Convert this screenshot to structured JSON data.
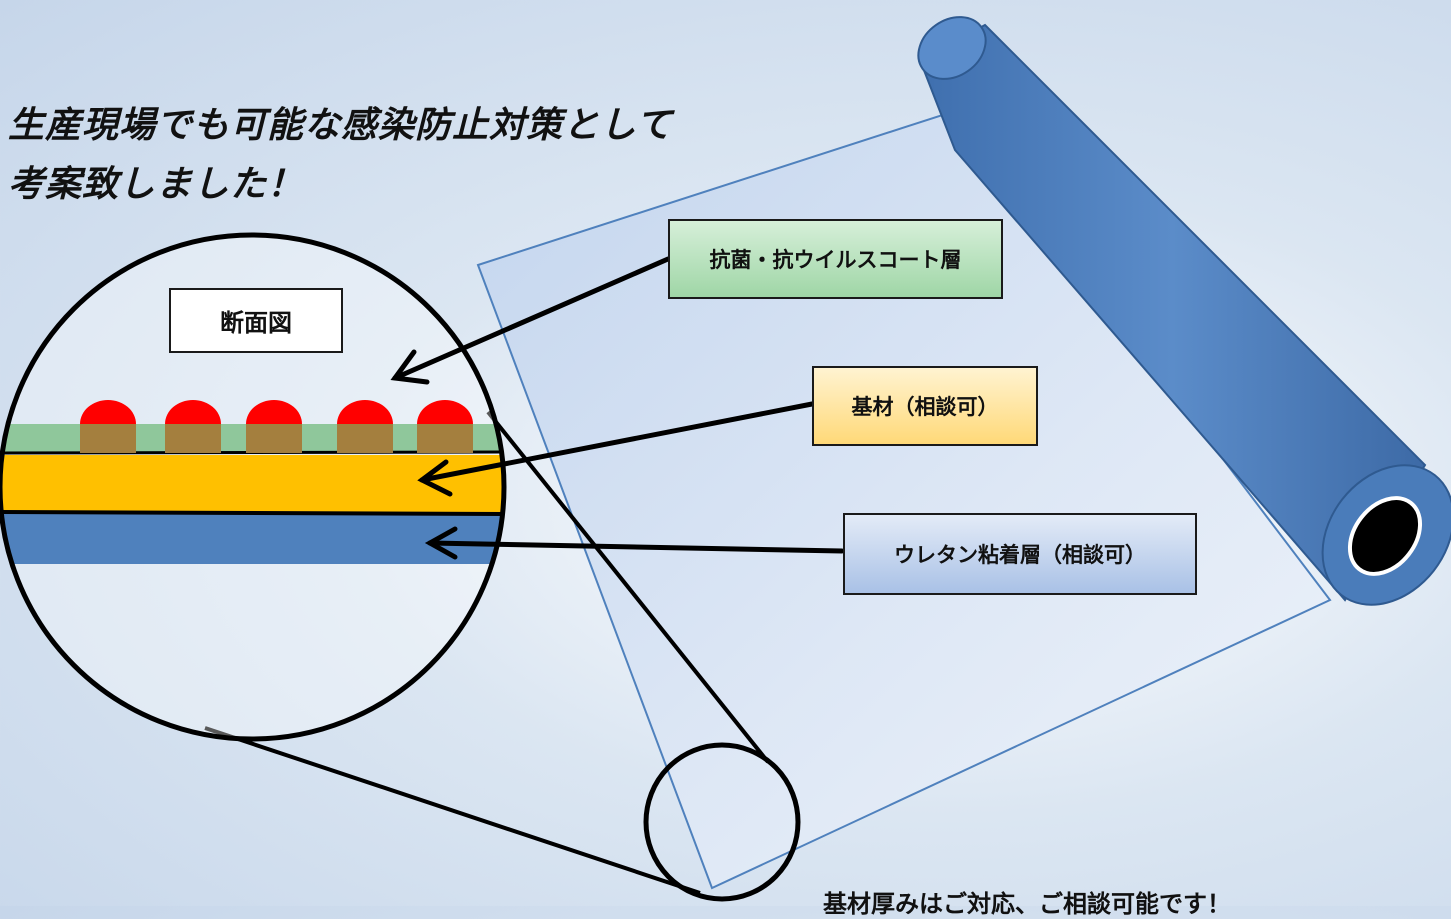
{
  "headline": {
    "line1": "生産現場でも可能な感染防止対策として",
    "line2": "考案致しました！"
  },
  "section_label": "断面図",
  "callouts": {
    "coat_layer": "抗菌・抗ウイルスコート層",
    "base_material": "基材（相談可）",
    "adhesive_layer": "ウレタン粘着層（相談可）"
  },
  "footnote": "基材厚みはご対応、ご相談可能です！",
  "colors": {
    "roll_blue": "#4f81bd",
    "sheet": "#cddcf0",
    "coat_green": "#8fc79b",
    "base_yellow": "#ffc000",
    "adhesive_blue": "#4f81bd",
    "particle_red": "#ff0000",
    "particle_brown": "#a47f3e"
  }
}
